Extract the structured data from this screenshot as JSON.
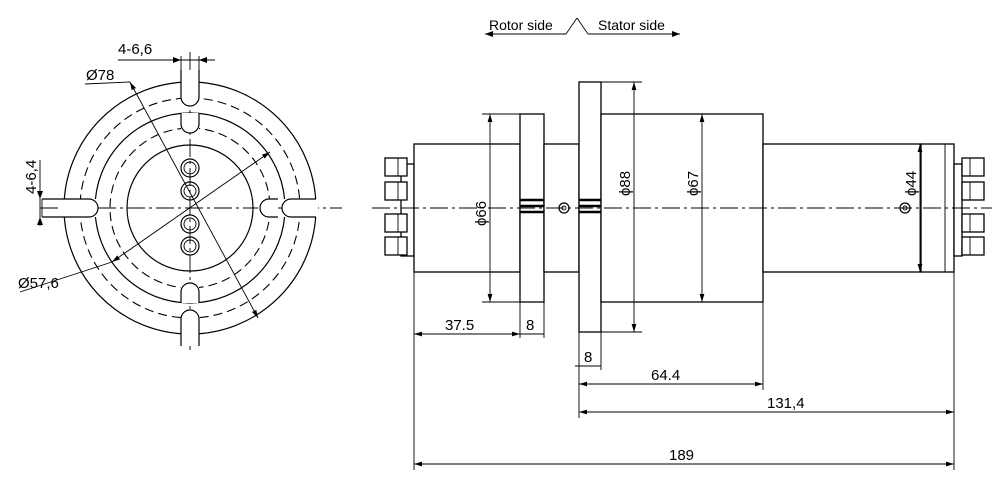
{
  "front_view": {
    "holes": "4-6,6",
    "dia_outer": "Ø78",
    "dia_pitch": "Ø57,6",
    "slot_width": "4-6,4"
  },
  "side_view": {
    "rotor_side": "Rotor side",
    "stator_side": "Stator side",
    "dia_flange_rotor": "ϕ66",
    "dia_flange_stator": "ϕ88",
    "dia_body": "ϕ67",
    "dia_end": "ϕ44",
    "len_rotor": "37.5",
    "rotor_flange_thk": "8",
    "stator_flange_thk": "8",
    "len_body": "64.4",
    "len_stator": "131,4",
    "len_total": "189"
  }
}
